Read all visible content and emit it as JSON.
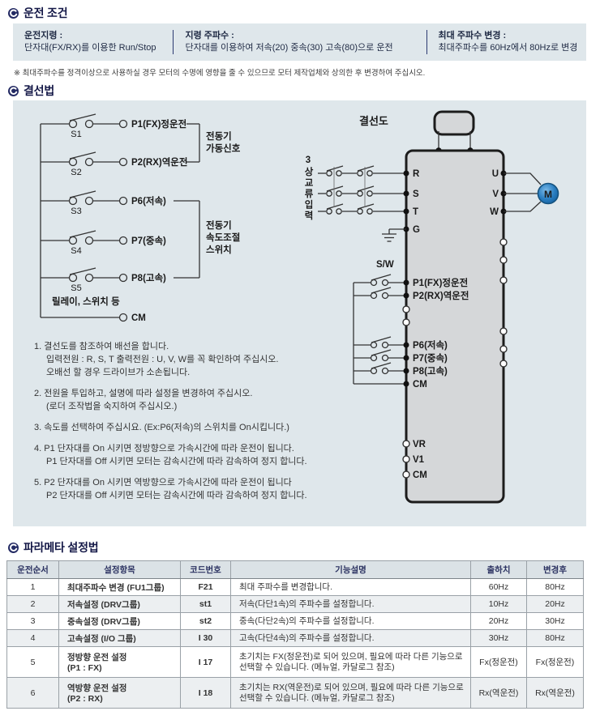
{
  "colors": {
    "accent_navy": "#232a63",
    "panel_bg": "#dfe7eb",
    "table_header_bg": "#dbe2e6",
    "alt_row_bg": "#eceff1",
    "inverter_fill": "#d5d7d9",
    "motor_blue": "#2b7fc2"
  },
  "sections": {
    "operating": {
      "title": "운전 조건",
      "info": [
        {
          "label": "운전지령 :",
          "desc": "단자대(FX/RX)를 이용한 Run/Stop"
        },
        {
          "label": "지령 주파수 :",
          "desc": "단자대를 이용하여 저속(20) 중속(30) 고속(80)으로 운전"
        },
        {
          "label": "최대 주파수 변경 :",
          "desc": "최대주파수를 60Hz에서 80Hz로 변경"
        }
      ],
      "note": "※ 최대주파수를 정격이상으로 사용하실 경우 모터의 수명에 영향을 줄 수 있으므로 모터 제작업체와 상의한 후 변경하여 주십시오."
    },
    "wiring": {
      "title": "결선법",
      "ladder": {
        "switches": [
          "S1",
          "S2",
          "S3",
          "S4",
          "S5"
        ],
        "terminals": [
          "P1(FX)정운전",
          "P2(RX)역운전",
          "P6(저속)",
          "P7(중속)",
          "P8(고속)"
        ],
        "cm_label": "CM",
        "relay_note": "릴레이, 스위치 등",
        "bracket1": [
          "전동기",
          "가동신호"
        ],
        "bracket2": [
          "전동기",
          "속도조절",
          "스위치"
        ]
      },
      "diagram": {
        "title": "결선도",
        "input_label": "3상교류입력",
        "input_terminals": [
          "R",
          "S",
          "T",
          "G"
        ],
        "output_terminals": [
          "U",
          "V",
          "W"
        ],
        "motor_label": "M",
        "sw_label": "S/W",
        "digital_terminals": [
          "P1(FX)정운전",
          "P2(RX)역운전",
          "P6(저속)",
          "P7(중속)",
          "P8(고속)",
          "CM"
        ],
        "analog_terminals": [
          "VR",
          "V1",
          "CM"
        ]
      },
      "steps": [
        {
          "text": "1. 결선도를 참조하여 배선을 합니다.\n입력전원 : R, S, T 출력전원 : U, V, W를 꼭 확인하여 주십시오.\n오배선 할 경우 드라이브가 소손됩니다."
        },
        {
          "text": "2. 전원을 투입하고, 설명에 따라 설정을 변경하여 주십시오.\n(로더 조작법을 숙지하여 주십시오.)"
        },
        {
          "text": "3. 속도를 선택하여 주십시요. (Ex:P6(저속)의 스위치를 On시킵니다.)"
        },
        {
          "text": "4. P1 단자대를 On 시키면 정방향으로 가속시간에 따라 운전이 됩니다.\nP1 단자대를 Off 시키면 모터는 감속시간에 따라 감속하여 정지 합니다."
        },
        {
          "text": "5. P2 단자대를 On 시키면 역방향으로 가속시간에 따라 운전이 됩니다\nP2 단자대를 Off 시키면 모터는 감속시간에 따라 감속하여 정지 합니다."
        }
      ]
    },
    "params": {
      "title": "파라메타 설정법",
      "table": {
        "headers": [
          "운전순서",
          "설정항목",
          "코드번호",
          "기능설명",
          "출하치",
          "변경후"
        ],
        "rows": [
          [
            "1",
            "최대주파수 변경 (FU1그룹)",
            "F21",
            "최대 주파수를 변경합니다.",
            "60Hz",
            "80Hz"
          ],
          [
            "2",
            "저속설정 (DRV그룹)",
            "st1",
            "저속(다단1속)의 주파수를 설정합니다.",
            "10Hz",
            "20Hz"
          ],
          [
            "3",
            "중속설정 (DRV그룹)",
            "st2",
            "중속(다단2속)의 주파수를 설정합니다.",
            "20Hz",
            "30Hz"
          ],
          [
            "4",
            "고속설정 (I/O 그룹)",
            "I 30",
            "고속(다단4속)의 주파수를 설정합니다.",
            "30Hz",
            "80Hz"
          ],
          [
            "5",
            "정방향 운전 설정\n(P1 : FX)",
            "I 17",
            "초기치는 FX(정운전)로 되어 있으며, 필요에 따라 다른 기능으로 선택할 수 있습니다. (메뉴얼, 카달로그 참조)",
            "Fx(정운전)",
            "Fx(정운전)"
          ],
          [
            "6",
            "역방향 운전 설정\n(P2 : RX)",
            "I 18",
            "초기치는 RX(역운전)로 되어 있으며, 필요에 따라 다른 기능으로 선택할 수 있습니다. (메뉴얼, 카달로그 참조)",
            "Rx(역운전)",
            "Rx(역운전)"
          ]
        ]
      }
    }
  }
}
